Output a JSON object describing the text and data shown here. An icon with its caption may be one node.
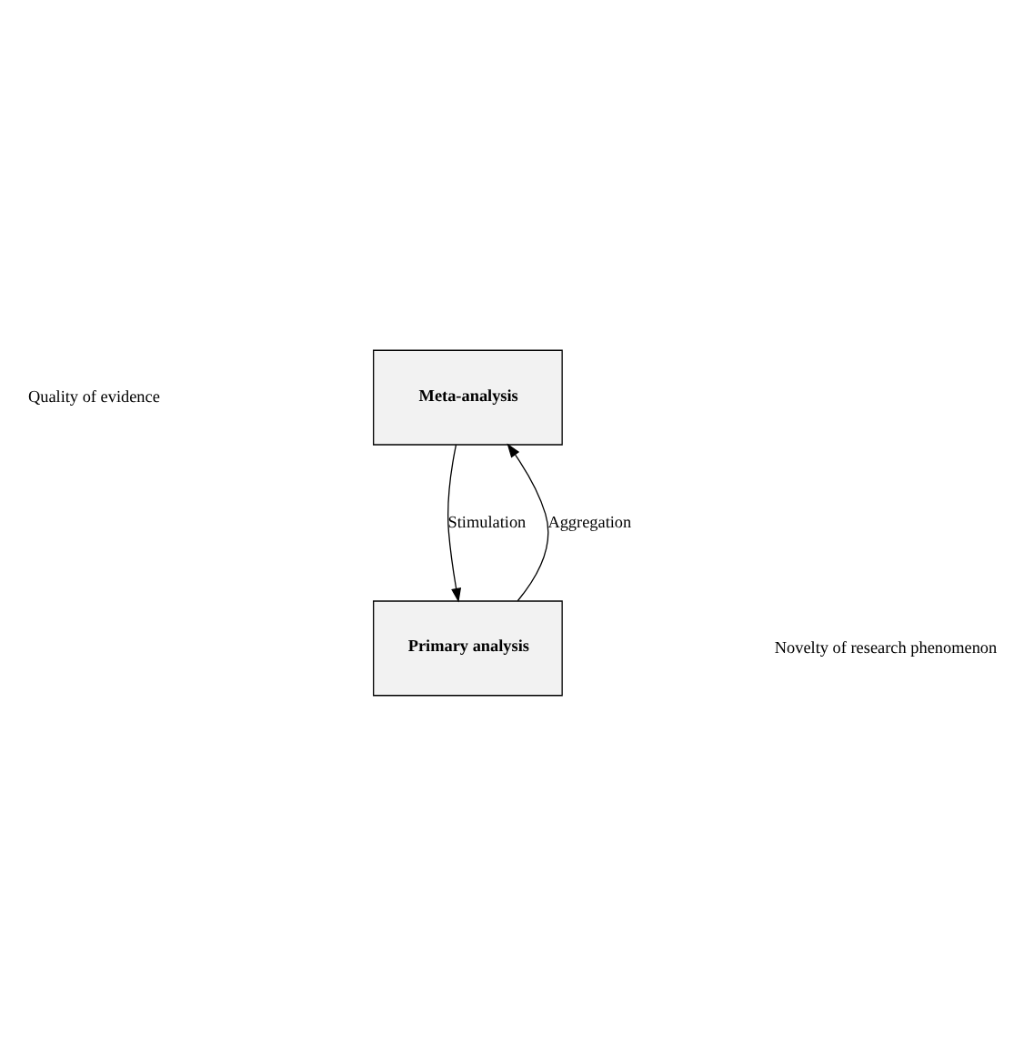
{
  "diagram": {
    "nodes": [
      {
        "text": [
          "Meta-analysis"
        ]
      },
      {
        "text": [
          "Primary analysis"
        ]
      }
    ],
    "edges": [
      {
        "from": 0,
        "to": 1,
        "arrow": "to",
        "label": "Stimulation"
      },
      {
        "from": 1,
        "to": 0,
        "arrow": "to",
        "label": "Aggregation"
      }
    ],
    "labels": [
      "Quality of evidence",
      "Novelty of research phenomenon"
    ]
  }
}
